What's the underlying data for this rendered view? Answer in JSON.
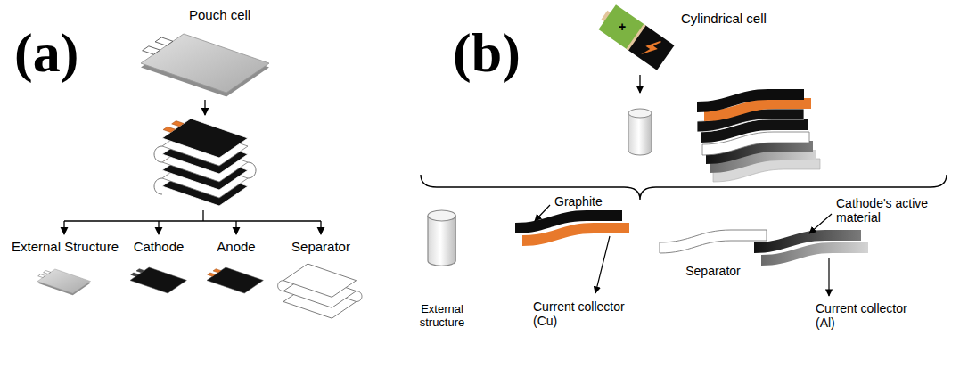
{
  "diagram": {
    "labels": [
      "(a)",
      "Pouch cell",
      "External Structure",
      "Cathode",
      "Anode",
      "Separator",
      "(b)",
      "Cylindrical cell",
      "+",
      "Graphite",
      "Cathode's active material",
      "External structure",
      "Current collector (Cu)",
      "Separator",
      "Current collector (Al)"
    ]
  }
}
